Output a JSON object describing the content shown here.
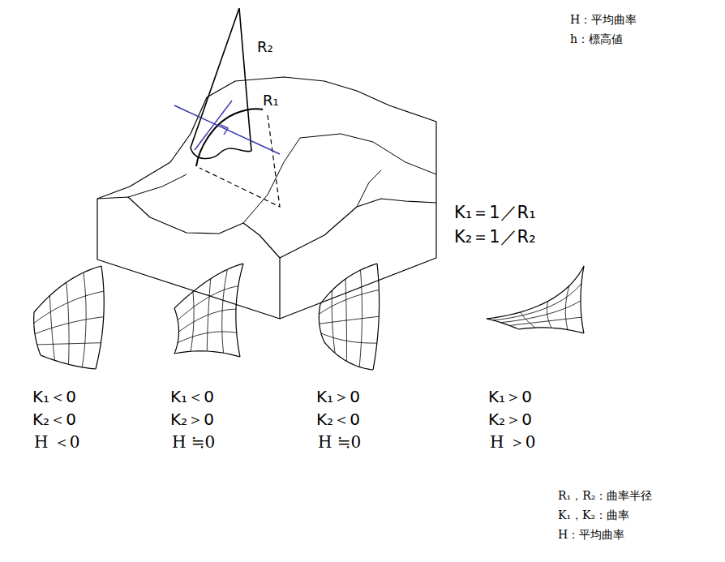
{
  "diagram": {
    "labels": [
      "R₂",
      "R₁",
      "H：平均曲率",
      "h：標高値",
      "K₁＝1／R₁",
      "K₂＝1／R₂",
      "K₁＜0",
      "K₂＜0",
      "H ＜0",
      "K₁＜0",
      "K₂＞0",
      "H ≒0",
      "K₁＞0",
      "K₂＜0",
      "H ≒0",
      "K₁＞0",
      "K₂＞0",
      "H ＞0",
      "R₁，R₂：曲率半径",
      "K₁，K₂：曲率",
      "H：平均曲率"
    ]
  }
}
